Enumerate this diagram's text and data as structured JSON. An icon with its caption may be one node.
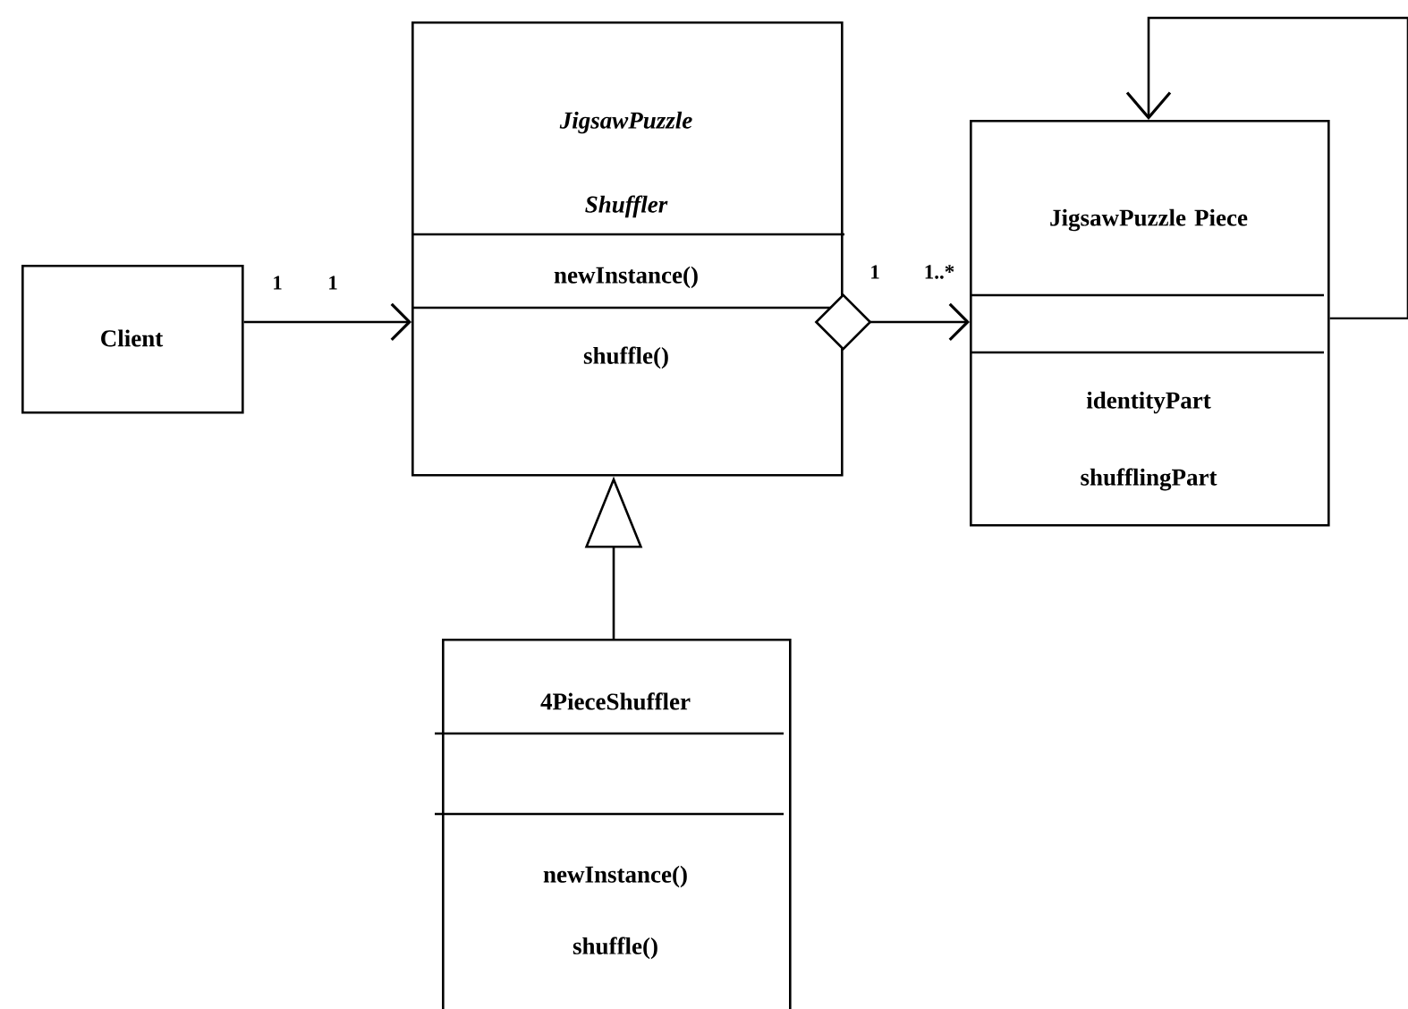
{
  "diagram": {
    "nodes": [
      {
        "text": [
          "Client"
        ]
      },
      {
        "text": [
          "JigsawPuzzle Shuffler",
          "newInstance()",
          "shuffle()"
        ]
      },
      {
        "text": [
          "JigsawPuzzle Piece",
          "identityPart",
          "shufflingPart"
        ]
      },
      {
        "text": [
          "4PieceShuffler",
          "newInstance()",
          "shuffle()"
        ]
      }
    ],
    "edges": [
      {
        "from": 0,
        "to": 1,
        "arrow": "to"
      },
      {
        "from": 1,
        "to": 2,
        "arrow": "to"
      },
      {
        "from": 3,
        "to": 1,
        "arrow": "to"
      },
      {
        "from": 2,
        "to": 2,
        "arrow": "to"
      }
    ],
    "labels": [
      "1",
      "1",
      "1",
      "1..*"
    ]
  }
}
